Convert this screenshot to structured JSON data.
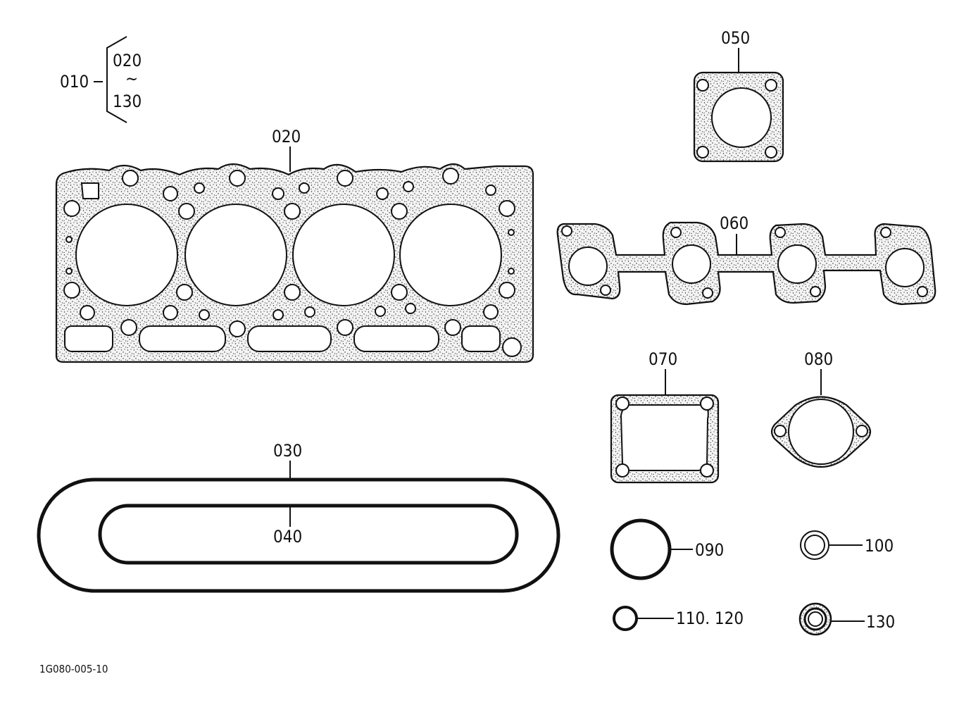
{
  "parts": {
    "p010": "010",
    "p010_range_start": "020",
    "p010_range_tilde": "~",
    "p010_range_end": "130",
    "p020": "020",
    "p030": "030",
    "p040": "040",
    "p050": "050",
    "p060": "060",
    "p070": "070",
    "p080": "080",
    "p090": "090",
    "p100": "100",
    "p110_120": "110. 120",
    "p130": "130"
  },
  "figure_code": "1G080-005-10"
}
